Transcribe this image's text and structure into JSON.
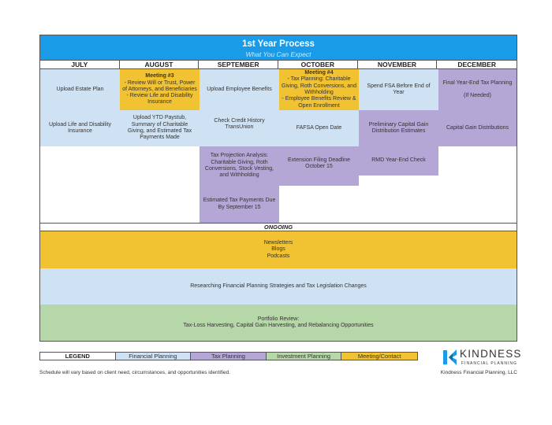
{
  "header": {
    "title": "1st Year Process",
    "subtitle": "What You Can Expect"
  },
  "months": [
    "JULY",
    "AUGUST",
    "SEPTEMBER",
    "OCTOBER",
    "NOVEMBER",
    "DECEMBER"
  ],
  "cells": {
    "july_1": "Upload Estate Plan",
    "july_2": "Upload Life and Disability Insurance",
    "aug_1_head": "Meeting #3",
    "aug_1_body": "- Review Will or Trust, Power of Attorneys, and Beneficiaries\n- Review Life and Disability Insurance",
    "aug_2": "Upload YTD Paystub, Summary of Charitable Giving, and Estimated Tax Payments Made",
    "sep_1": "Upload Employee Benefits",
    "sep_2": "Check Credit History TransUnion",
    "sep_3": "Tax Projection Analysis: Charitable Giving, Roth Conversions, Stock Vesting, and Withholding",
    "sep_4": "Estimated Tax Payments Due By September 15",
    "oct_1_head": "Meeting #4",
    "oct_1_body": "- Tax Planning: Charitable Giving, Roth Conversions, and Withholding\n- Employee Benefits Review & Open Enrollment",
    "oct_2": "FAFSA Open Date",
    "oct_3": "Extension Filing Deadline October 15",
    "nov_1": "Spend FSA Before End of Year",
    "nov_2": "Preliminary Capital Gain Distribution Estimates",
    "nov_3": "RMD Year-End Check",
    "dec_1": "Final Year-End Tax Planning\n\n(If Needed)",
    "dec_2": "Capital Gain Distributions"
  },
  "ongoing": {
    "heading": "ONGOING",
    "band_1": "Newsletters\nBlogs\nPodcasts",
    "band_2": "Researching Financial Planning Strategies and Tax Legislation Changes",
    "band_3": "Portfolio Review:\nTax-Loss Harvesting, Capital Gain Harvesting, and Rebalancing Opportunities"
  },
  "legend": {
    "label": "LEGEND",
    "items": [
      "Financial Planning",
      "Tax Planning",
      "Investment Planning",
      "Meeting/Contact"
    ]
  },
  "colors": {
    "financial_planning": "#cfe2f3",
    "tax_planning": "#b4a7d6",
    "investment_planning": "#b6d7a8",
    "meeting_contact": "#f1c232",
    "title_bar": "#1a9be8"
  },
  "logo": {
    "name": "KINDNESS",
    "tagline": "FINANCIAL PLANNING",
    "icon": "kindness-logo-mark"
  },
  "footer": {
    "note": "Schedule will vary based on client need, circumstances, and opportunities identified.",
    "company": "Kindness Financial Planning, LLC"
  }
}
